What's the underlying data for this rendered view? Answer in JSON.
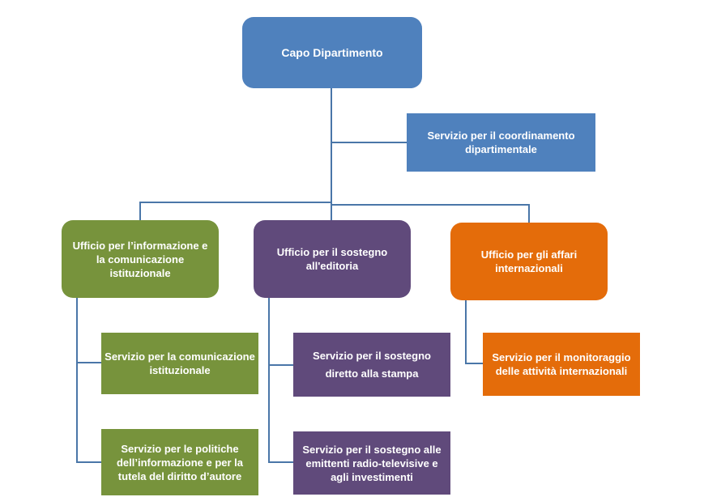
{
  "chart": {
    "title_node": "Capo Dipartimento",
    "staff_service": "Servizio per il coordinamento dipartimentale",
    "offices": [
      {
        "name": "Ufficio per l’informazione e la comunicazione istituzionale",
        "color": "#77933c",
        "services": [
          "Servizio per la comunicazione istituzionale",
          "Servizio per le politiche dell’informazione e per la tutela del diritto d’autore"
        ]
      },
      {
        "name": "Ufficio per il sostegno all'editoria",
        "color": "#604a7b",
        "services": [
          "Servizio per il sostegno diretto alla stampa",
          "Servizio per il sostegno alle emittenti radio-televisive e agli investimenti"
        ]
      },
      {
        "name": "Ufficio per gli affari internazionali",
        "color": "#e46c0a",
        "services": [
          "Servizio per il monitoraggio delle attività internazionali"
        ]
      }
    ],
    "colors": {
      "head": "#4f81bd",
      "connector": "#4a76a8"
    }
  }
}
